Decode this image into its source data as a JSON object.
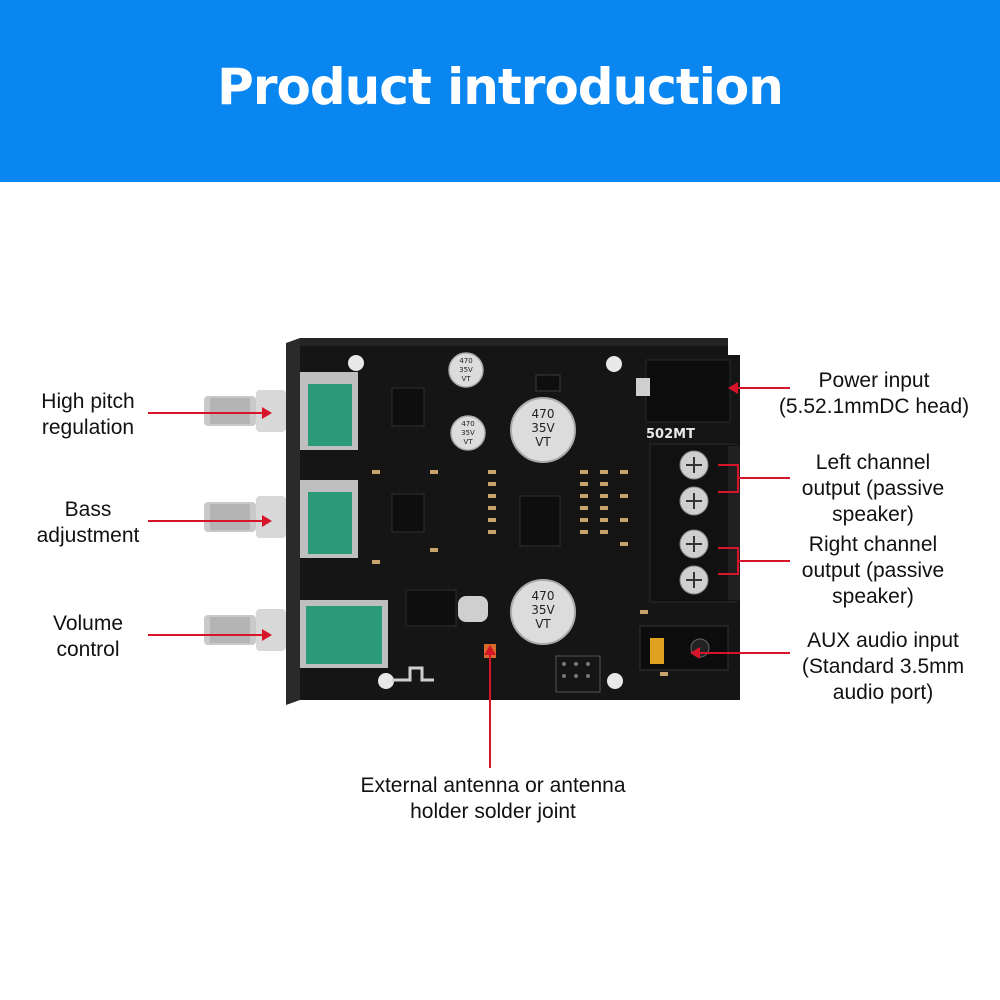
{
  "header": {
    "title": "Product introduction"
  },
  "colors": {
    "banner": "#0a86f0",
    "leader_line": "#d7152a",
    "board": "#151515",
    "potentiometer": "#2b9a78"
  },
  "labels": {
    "high_pitch": [
      "High pitch",
      "regulation"
    ],
    "bass": [
      "Bass",
      "adjustment"
    ],
    "volume": [
      "Volume",
      "control"
    ],
    "power": [
      "Power input",
      "(5.52.1mmDC head)"
    ],
    "left_channel": [
      "Left channel",
      "output (passive",
      "speaker)"
    ],
    "right_channel": [
      "Right channel",
      "output (passive",
      "speaker)"
    ],
    "aux": [
      "AUX audio input",
      "(Standard 3.5mm",
      "audio port)"
    ],
    "antenna": [
      "External antenna or antenna",
      "holder solder joint"
    ]
  },
  "board": {
    "model": "502MT",
    "capacitor_marking": [
      "470",
      "35V",
      "VT"
    ],
    "small_capacitor_marking": [
      "470",
      "35V",
      "VT"
    ]
  }
}
